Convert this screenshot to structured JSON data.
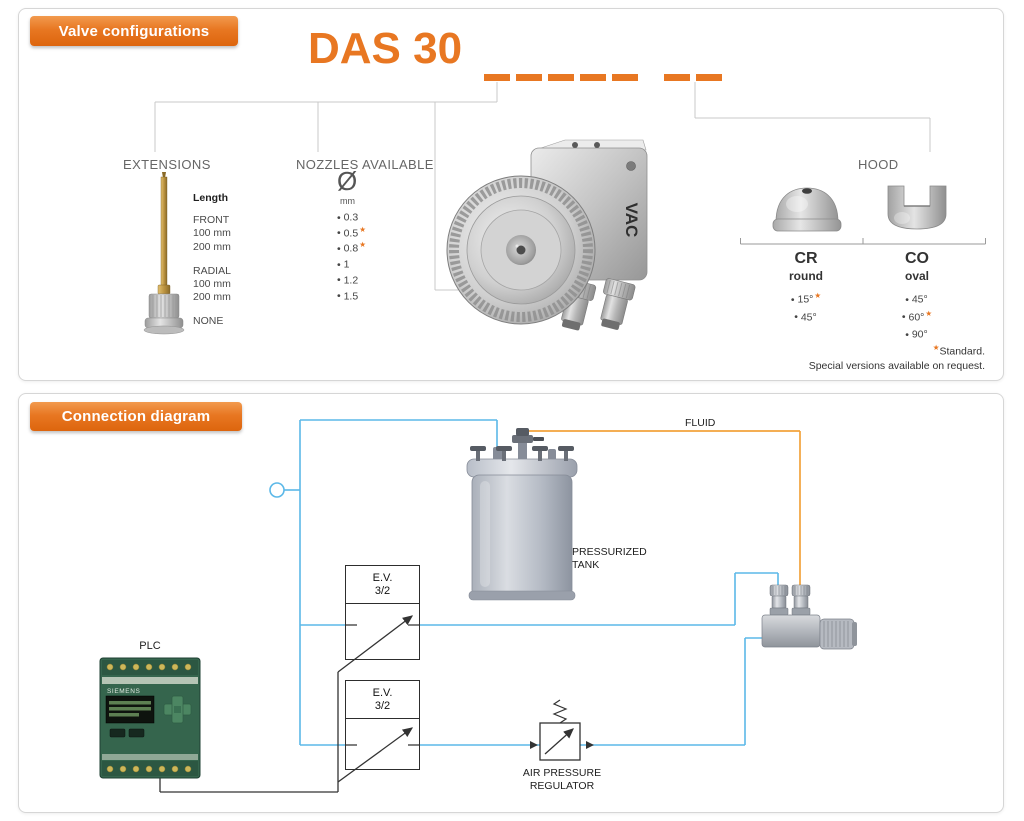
{
  "accent": "#E87722",
  "valve_config": {
    "ribbon": "Valve configurations",
    "title": "DAS 30",
    "extensions": {
      "heading": "EXTENSIONS",
      "length_label": "Length",
      "groups": [
        {
          "label": "FRONT",
          "options": [
            "100 mm",
            "200 mm"
          ]
        },
        {
          "label": "RADIAL",
          "options": [
            "100 mm",
            "200 mm"
          ]
        }
      ],
      "none_label": "NONE"
    },
    "nozzles": {
      "heading": "NOZZLES AVAILABLE",
      "diameter_symbol": "Ø",
      "unit": "mm",
      "sizes": [
        {
          "value": "0.3"
        },
        {
          "value": "0.5",
          "star": "★"
        },
        {
          "value": "0.8",
          "star": "★"
        },
        {
          "value": "1"
        },
        {
          "value": "1.2"
        },
        {
          "value": "1.5"
        }
      ]
    },
    "hood": {
      "heading": "HOOD",
      "options": [
        {
          "code": "CR",
          "shape": "round",
          "angles": [
            {
              "value": "15°",
              "star": "★"
            },
            {
              "value": "45°"
            }
          ]
        },
        {
          "code": "CO",
          "shape": "oval",
          "angles": [
            {
              "value": "45°"
            },
            {
              "value": "60°",
              "star": "★"
            },
            {
              "value": "90°"
            }
          ]
        }
      ]
    },
    "footnote": {
      "star": "★",
      "bold": "Standard.",
      "text": "Special versions available on request."
    },
    "photo_brand": "VAC"
  },
  "connection": {
    "ribbon": "Connection diagram",
    "labels": {
      "fluid": "FLUID",
      "tank_line1": "PRESSURIZED",
      "tank_line2": "TANK",
      "plc": "PLC",
      "plc_brand": "SIEMENS",
      "ev_line1": "E.V.",
      "ev_line2": "3/2",
      "regulator_line1": "AIR PRESSURE",
      "regulator_line2": "REGULATOR"
    },
    "line_colors": {
      "air": "#5BB8E8",
      "fluid": "#F2A33C",
      "electric": "#333333"
    }
  }
}
